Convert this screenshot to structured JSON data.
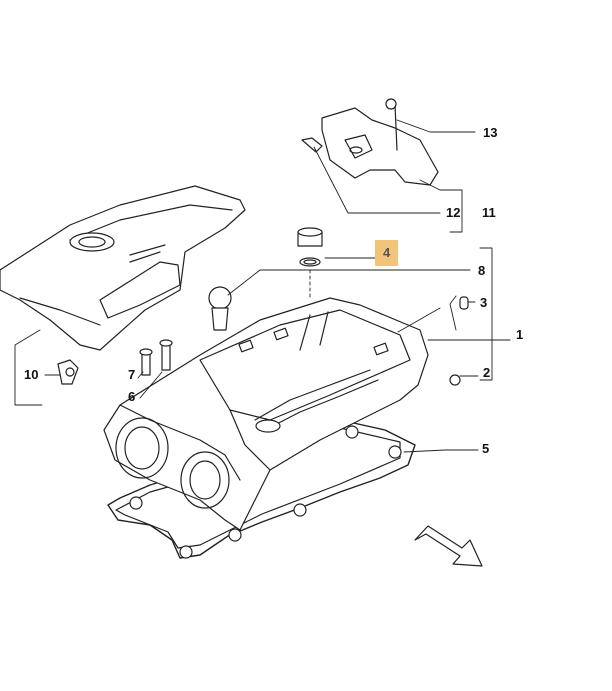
{
  "diagram": {
    "highlight_color": "#f2c47a",
    "line_color": "#222222",
    "callouts": {
      "n1": "1",
      "n2": "2",
      "n3": "3",
      "n4": "4",
      "n5": "5",
      "n6": "6",
      "n7": "7",
      "n8": "8",
      "n10": "10",
      "n11": "11",
      "n12": "12",
      "n13": "13"
    },
    "highlighted_callout": "4",
    "icons": [
      "direction-arrow-icon"
    ]
  }
}
